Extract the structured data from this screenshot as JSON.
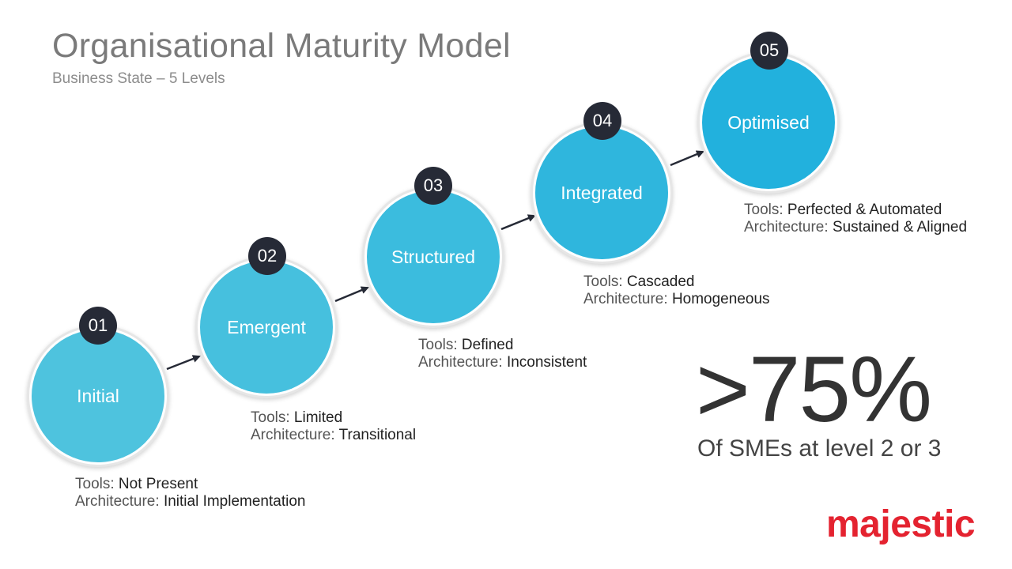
{
  "header": {
    "title": "Organisational Maturity Model",
    "subtitle": "Business State – 5 Levels"
  },
  "labels": {
    "tools": "Tools:",
    "architecture": "Architecture:"
  },
  "levels": [
    {
      "number": "01",
      "name": "Initial",
      "tools": "Not Present",
      "architecture": "Initial Implementation",
      "color": "#4ec3de"
    },
    {
      "number": "02",
      "name": "Emergent",
      "tools": "Limited",
      "architecture": "Transitional",
      "color": "#46c0de"
    },
    {
      "number": "03",
      "name": "Structured",
      "tools": "Defined",
      "architecture": "Inconsistent",
      "color": "#3bbcde"
    },
    {
      "number": "04",
      "name": "Integrated",
      "tools": "Cascaded",
      "architecture": "Homogeneous",
      "color": "#2fb6dd"
    },
    {
      "number": "05",
      "name": "Optimised",
      "tools": "Perfected & Automated",
      "architecture": "Sustained & Aligned",
      "color": "#22b1dd"
    }
  ],
  "stat": {
    "value": ">75%",
    "caption": "Of SMEs at level 2 or 3"
  },
  "brand": {
    "logo_text": "majestic",
    "logo_color": "#e42330"
  }
}
